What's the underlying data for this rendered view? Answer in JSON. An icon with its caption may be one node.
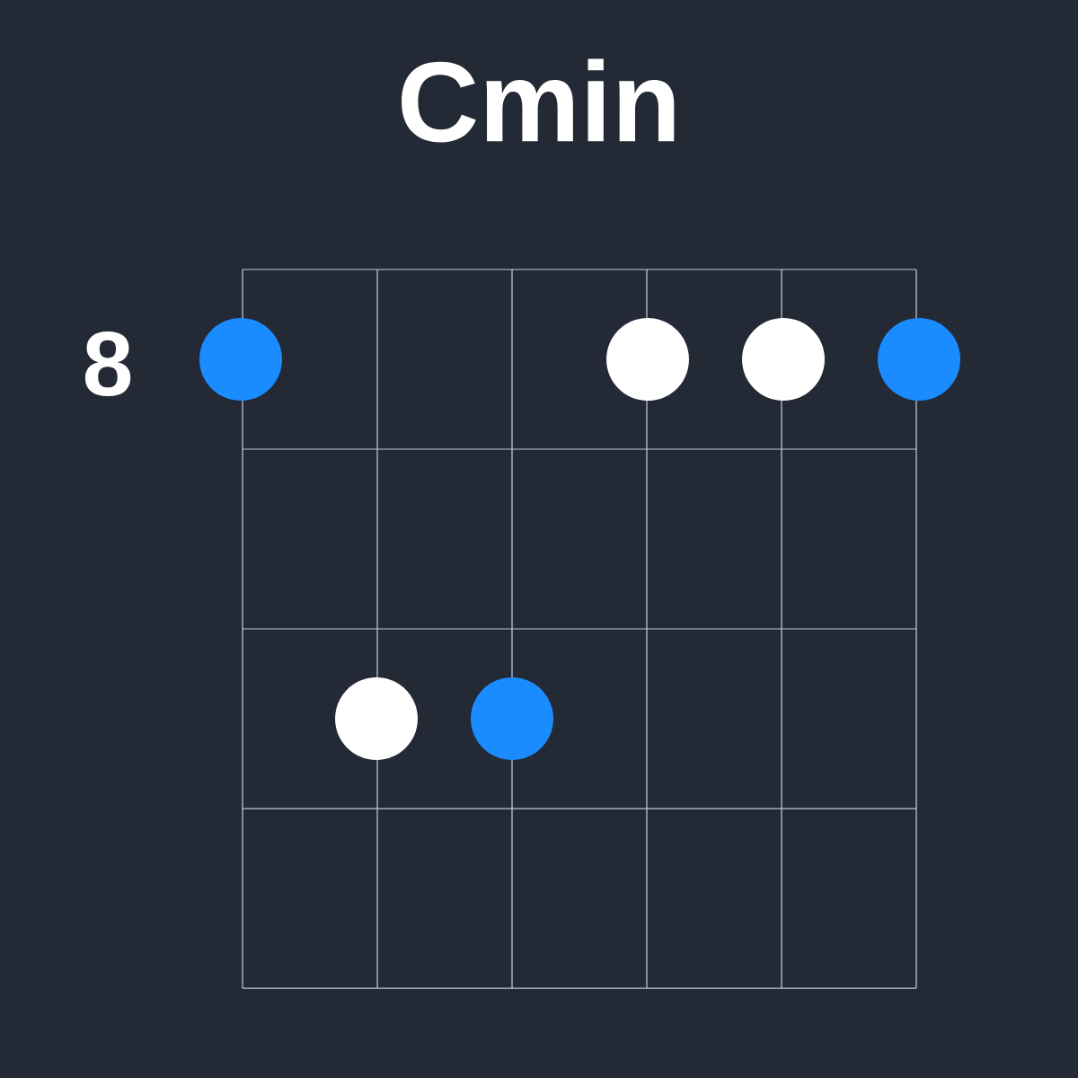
{
  "diagram": {
    "title": "Cmin",
    "nodes": [
      {
        "text": [],
        "shape": "circle"
      },
      {
        "text": [],
        "shape": "circle"
      },
      {
        "text": [],
        "shape": "circle"
      },
      {
        "text": [],
        "shape": "circle"
      },
      {
        "text": [],
        "shape": "circle"
      },
      {
        "text": [],
        "shape": "circle"
      }
    ],
    "labels": [
      "8"
    ]
  }
}
